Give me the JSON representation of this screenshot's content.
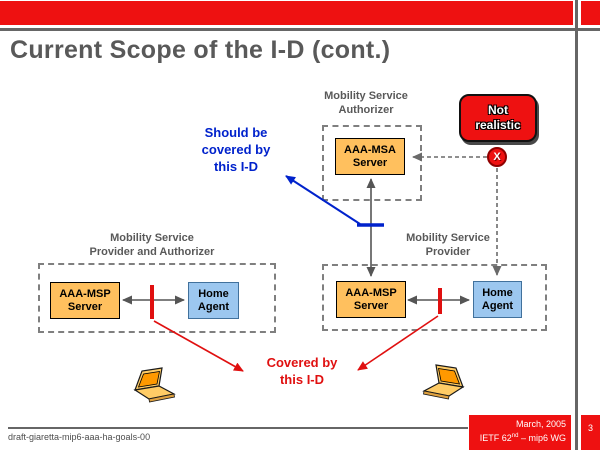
{
  "slide": {
    "title": "Current Scope of the I-D (cont.)"
  },
  "colors": {
    "accent_red": "#ee1111",
    "note_blue": "#0022cc",
    "title_gray": "#595959",
    "box_orange": "#ffc05e",
    "box_blue": "#9cc7ef",
    "line_gray": "#666666"
  },
  "diagram": {
    "authorizer_label": "Mobility Service\nAuthorizer",
    "msa_server_label": "AAA-MSA\nServer",
    "not_realistic_label": "Not\nrealistic",
    "x_mark": "X",
    "should_covered_note": "Should be\ncovered by\nthis I-D",
    "covered_note": "Covered by\nthis I-D",
    "left_group": {
      "label": "Mobility Service\nProvider and Authorizer",
      "aaa_server_label": "AAA-MSP\nServer",
      "home_agent_label": "Home\nAgent"
    },
    "right_group": {
      "label": "Mobility Service\nProvider",
      "aaa_server_label": "AAA-MSP\nServer",
      "home_agent_label": "Home\nAgent"
    }
  },
  "footer": {
    "draft_name": "draft-giaretta-mip6-aaa-ha-goals-00",
    "date": "March, 2005",
    "wg_prefix": "IETF 62",
    "wg_superscript": "nd",
    "wg_suffix": " – mip6 WG",
    "page_number": "3"
  }
}
